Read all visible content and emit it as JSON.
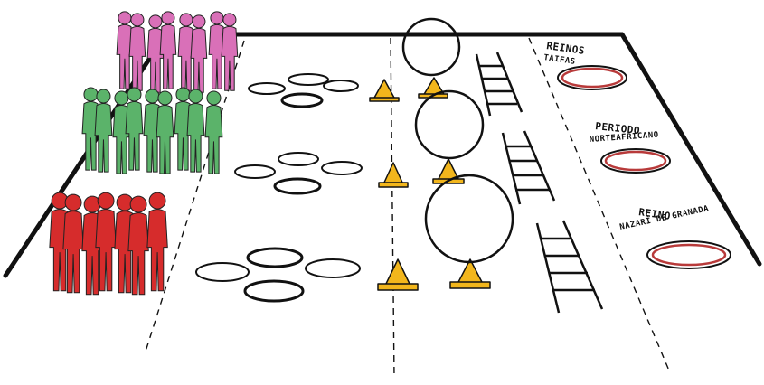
{
  "zones": [
    {
      "id": "reinos-taifas",
      "lines": [
        "REINOS",
        "TAIFAS"
      ]
    },
    {
      "id": "periodo-norteafricano",
      "lines": [
        "PERIODO",
        "NORTEAFRICANO"
      ]
    },
    {
      "id": "reino-nazari",
      "lines": [
        "REINO",
        "NAZARÍ DE GRANADA"
      ]
    }
  ],
  "teams": [
    {
      "id": "pink",
      "color": "#d970b8",
      "members": 8
    },
    {
      "id": "green",
      "color": "#5bb36a",
      "members": 9
    },
    {
      "id": "red",
      "color": "#d62c2c",
      "members": 7
    }
  ],
  "colors": {
    "cone": "#f2b61c",
    "target_ring": "#b83a3a",
    "line": "#111111"
  },
  "icons": [
    "hoop-icon",
    "cone-icon",
    "vertical-ring-icon",
    "ladder-icon",
    "target-ring-icon",
    "person-icon"
  ]
}
